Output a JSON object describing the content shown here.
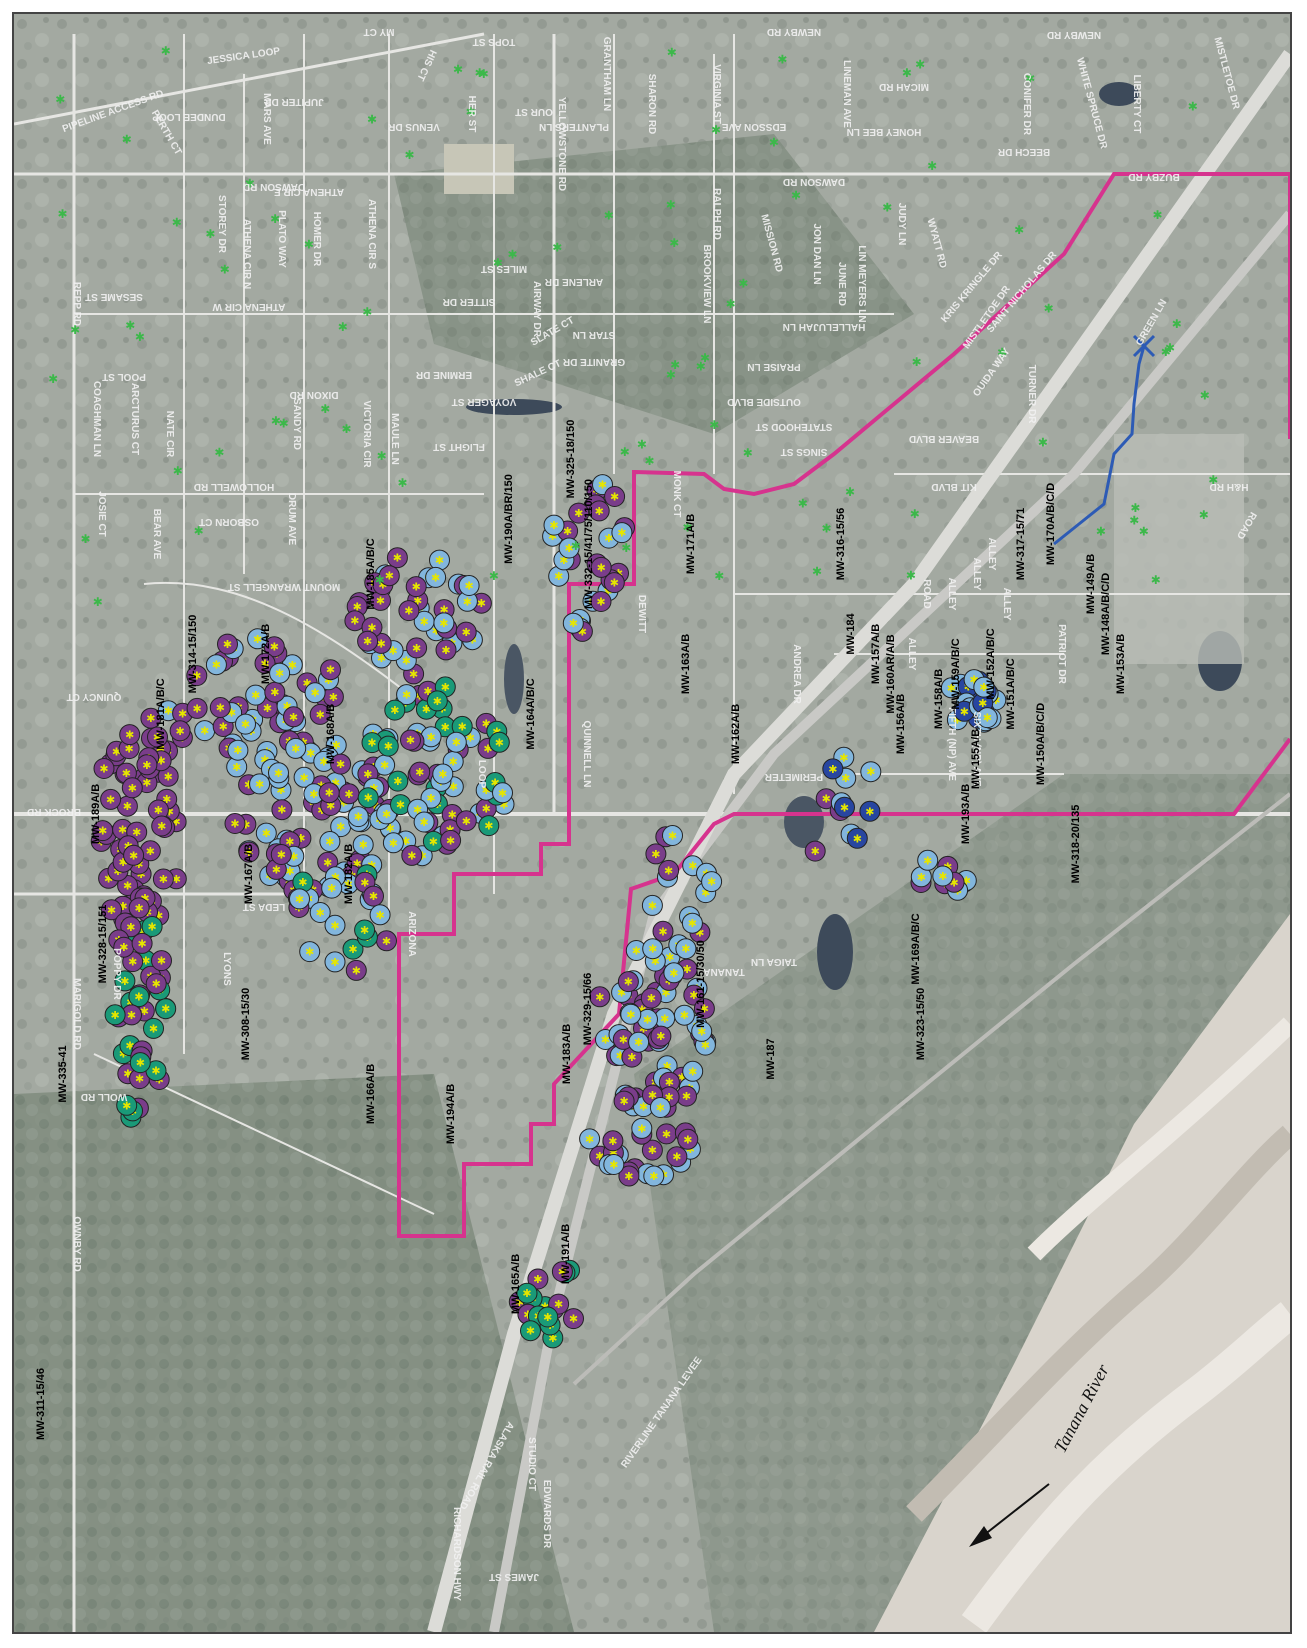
{
  "colors": {
    "boundary": "#d6338e",
    "pipeline": "#2d5bb5",
    "purple_well": "#7a3d8a",
    "light_blue_well": "#82b6dd",
    "teal_well": "#1a9a78",
    "dark_blue_well": "#2846a0",
    "red_well": "#b0233a",
    "green_marker": "#3cb84a"
  },
  "river_label": "Tanana River",
  "street_labels": [
    "PIPELINE ACCESS RD",
    "JESSICA LOOP",
    "MY CT",
    "TOPS ST",
    "GRANTHAM LN",
    "NEWBY RD",
    "NEWBY RD",
    "HIS CT",
    "HER ST",
    "OUR ST",
    "PLANTERS LN",
    "SHARON RD",
    "VIRGINIA ST",
    "EDSSON AVE",
    "LINEMAN AVE",
    "MICAH RD",
    "HONEY BEE LN",
    "BEECH DR",
    "CONIFER DR",
    "WHITE SPRUCE DR",
    "LIBERTY CT",
    "MISTLETOE DR",
    "DUNDEE LOOP",
    "JUPITER DR",
    "VENUS DR",
    "MARS AVE",
    "PERTH CT",
    "DAWSON RD",
    "DAWSON RD",
    "ATHENA CIR E",
    "ATHENA CIR N",
    "STOREY DR",
    "PLATO WAY",
    "HOMER DR",
    "ATHENA CIR S",
    "YELLOWSTONE RD",
    "MILES ST",
    "RALPH RD",
    "MISSION RD",
    "JON DAN LN",
    "JUNE RD",
    "LIN MEYERS LN",
    "JUDY LN",
    "WYATT RD",
    "KRIS KRINGLE DR",
    "SAINT NICHOLAS DR",
    "REPP RD",
    "SESAME ST",
    "ATHENA CIR W",
    "SITTER DR",
    "AIRWAY DR",
    "ARLENE DR",
    "BROOKVIEW LN",
    "HALLELUJAH LN",
    "MISTLETOE DR",
    "POOL ST",
    "COAGHMAN LN",
    "ARCTURUS CT",
    "NATE CIR",
    "DIXON RD",
    "ERMINE DR",
    "VOYAGER ST",
    "SHALE CT",
    "GRANITE DR",
    "SLATE CT",
    "STAR LN",
    "PRAISE LN",
    "OUTSIDE BLVD",
    "SANDY RD",
    "VICTORIA CIR",
    "MAULE LN",
    "FLIGHT ST",
    "STATEHOOD ST",
    "SINGS ST",
    "BEAVER BLVD",
    "KIT BLVD",
    "HOLLOWELL RD",
    "BEAR AVE",
    "JOSIE CT",
    "OSBORN CT",
    "DRUM AVE",
    "MOUNT WRANGELL ST",
    "QUINCY CT",
    "BROCK RD",
    "WOLL RD",
    "OWNBY RD",
    "MARIGOLD RD",
    "POPPY DR",
    "QUINNELL LN",
    "DEWITT",
    "MONK CT",
    "ANDREA DR",
    "FIFTH (NP) AVE",
    "SIXTH (NP) AVE",
    "PATRIOT DR",
    "TURNER DR",
    "ALLEY",
    "ROAD",
    "ALLEY",
    "ALLEY",
    "ALLEY",
    "ALLEY",
    "H&H RD",
    "ROAD",
    "BUZBY RD",
    "GREEN LN",
    "OUIDA WAY",
    "LEDA ST",
    "RICHARDSON HWY",
    "ALASKA RAIL ROAD",
    "JAMES ST",
    "RIVERLINE TANANA LEVEE",
    "EDWARDS DR",
    "STUDIO CT",
    "PERIMETER",
    "ARIZONA",
    "LOOP",
    "LYONS",
    "TANANA",
    "TAIGA LN"
  ],
  "well_labels": [
    "MW-311-15/46",
    "MW-335-41",
    "MW-328-15/151",
    "MW-189A/B",
    "MW-181A/B/C",
    "MW-314-15/150",
    "MW-172A/B",
    "MW-185A/B/C",
    "MW-190A/BR/150",
    "MW-325-18/150",
    "MW-332-15/41/75/110/150",
    "MW-171A/B",
    "MW-316-15/56",
    "MW-184",
    "MW-317-15/71",
    "MW-170A/B/C/D",
    "MW-149A/B",
    "MW-148A/B/C/D",
    "MW-153A/B",
    "MW-152A/B/C",
    "MW-151A/B/C",
    "MW-159A/B/C",
    "MW-158A/B",
    "MW-155A/B",
    "MW-150A/B/C/D",
    "MW-160AR/A/B",
    "MW-157A/B",
    "MW-156A/B",
    "MW-193A/B",
    "MW-318-20/135",
    "MW-163A/B",
    "MW-162A/B",
    "MW-164A/B/C",
    "MW-168A/B",
    "MW-167A/B",
    "MW-182A/B",
    "MW-308-15/30",
    "MW-166A/B",
    "MW-194A/B",
    "MW-183A/B",
    "MW-329-15/66",
    "MW-161-15/30/50",
    "MW-187",
    "MW-169A/B/C",
    "MW-323-15/50",
    "MW-191A/B",
    "MW-165A/B"
  ]
}
